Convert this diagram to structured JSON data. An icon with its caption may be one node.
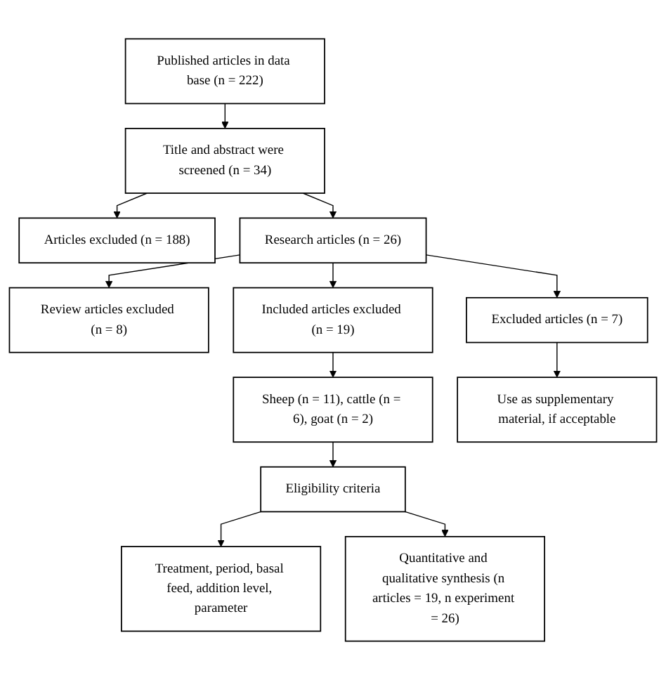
{
  "diagram": {
    "nodes": [
      {
        "text": [
          "Published articles in data base (n = 222)"
        ]
      },
      {
        "text": [
          "Title and abstract were screened (n = 34)"
        ]
      },
      {
        "text": [
          "Articles excluded (n = 188)"
        ]
      },
      {
        "text": [
          "Research articles (n = 26)"
        ]
      },
      {
        "text": [
          "Review articles excluded (n = 8)"
        ]
      },
      {
        "text": [
          "Included articles excluded (n = 19)"
        ]
      },
      {
        "text": [
          "Excluded articles (n = 7)"
        ]
      },
      {
        "text": [
          "Sheep (n = 11), cattle (n = 6), goat (n = 2)"
        ]
      },
      {
        "text": [
          "Use as supplementary material, if acceptable"
        ]
      },
      {
        "text": [
          "Eligibility criteria"
        ]
      },
      {
        "text": [
          "Treatment, period, basal feed, addition level, parameter"
        ]
      },
      {
        "text": [
          "Quantitative and qualitative synthesis (n articles = 19, n experiment = 26)"
        ]
      }
    ],
    "edges": [
      {
        "from": 0,
        "to": 1,
        "arrow": "to"
      },
      {
        "from": 1,
        "to": 2,
        "arrow": "to"
      },
      {
        "from": 1,
        "to": 3,
        "arrow": "to"
      },
      {
        "from": 3,
        "to": 4,
        "arrow": "to"
      },
      {
        "from": 3,
        "to": 5,
        "arrow": "to"
      },
      {
        "from": 3,
        "to": 6,
        "arrow": "to"
      },
      {
        "from": 5,
        "to": 7,
        "arrow": "to"
      },
      {
        "from": 6,
        "to": 8,
        "arrow": "to"
      },
      {
        "from": 7,
        "to": 9,
        "arrow": "to"
      },
      {
        "from": 9,
        "to": 10,
        "arrow": "to"
      },
      {
        "from": 9,
        "to": 11,
        "arrow": "to"
      }
    ]
  }
}
